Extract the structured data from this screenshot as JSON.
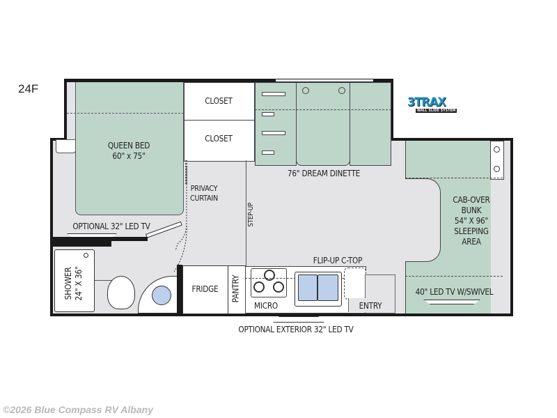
{
  "model": "24F",
  "logo": {
    "main": "3TRAX",
    "sub": "WALL SLIDE SYSTEM",
    "color": "#1e8fc3"
  },
  "rooms": {
    "queen_bed": {
      "line1": "QUEEN BED",
      "line2": "60\" x 75\""
    },
    "closet_top": "CLOSET",
    "closet_bottom": "CLOSET",
    "dinette": "76\" DREAM DINETTE",
    "privacy_curtain": {
      "line1": "PRIVACY",
      "line2": "CURTAIN"
    },
    "step_up": "STEP-UP",
    "cab_over": {
      "line1": "CAB-OVER",
      "line2": "BUNK",
      "line3": "54\" X 96\"",
      "line4": "SLEEPING",
      "line5": "AREA"
    },
    "optional_tv": "OPTIONAL 32\" LED TV",
    "shower": {
      "line1": "SHOWER",
      "line2": "24\" X 36\""
    },
    "fridge": "FRIDGE",
    "pantry": "PANTRY",
    "micro": "MICRO",
    "flip_up": "FLIP-UP C-TOP",
    "entry": "ENTRY",
    "led_tv_swivel": "40\" LED TV W/SWIVEL",
    "exterior_tv": "OPTIONAL EXTERIOR 32\" LED TV"
  },
  "colors": {
    "floor": "#e4e4e6",
    "furniture": "#bed6c9",
    "wall": "#1a1a1a",
    "sink": "#bcd0ec"
  },
  "watermark": "©2026 Blue Compass RV Albany"
}
